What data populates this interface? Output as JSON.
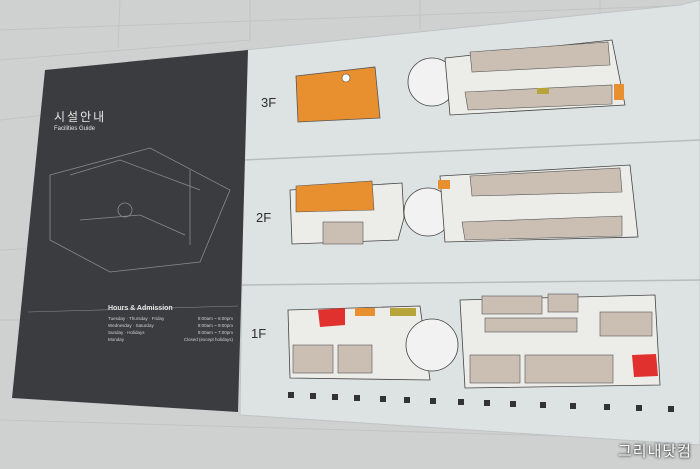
{
  "sign": {
    "title_ko": "시설안내",
    "title_en": "Facilities Guide",
    "hours_title": "Hours & Admission",
    "hours": [
      {
        "day": "Tuesday · Thursday · Friday",
        "time": "9:00am ~ 6:00pm"
      },
      {
        "day": "Wednesday · Saturday",
        "time": "9:00am ~ 9:00pm"
      },
      {
        "day": "Sunday · Holidays",
        "time": "9:00am ~ 7:00pm"
      },
      {
        "day": "Monday",
        "time": "Closed (except holidays)"
      }
    ],
    "floors": [
      "3F",
      "2F",
      "1F"
    ]
  },
  "watermark": "그리내닷컴",
  "colors": {
    "wall": "#cfd1d0",
    "dark_panel": "#3b3c3f",
    "glass": "#dfe3e3",
    "room_beige": "#cbbfb4",
    "room_orange": "#e8902f",
    "room_yellow": "#b8a53a",
    "room_red": "#e0312e"
  }
}
